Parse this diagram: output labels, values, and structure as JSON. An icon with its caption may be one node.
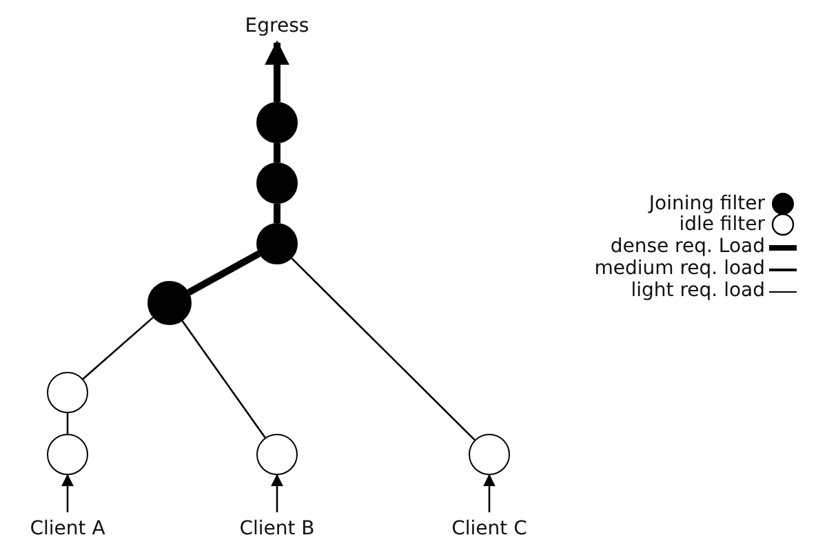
{
  "diagram": {
    "nodes": [
      {
        "text": [
          "Egress"
        ]
      },
      {
        "text": [],
        "shape": "circle"
      },
      {
        "text": [],
        "shape": "circle"
      },
      {
        "text": [],
        "shape": "circle"
      },
      {
        "text": [],
        "shape": "circle"
      },
      {
        "text": [],
        "shape": "circle"
      },
      {
        "text": [],
        "shape": "circle"
      },
      {
        "text": [],
        "shape": "circle"
      },
      {
        "text": [],
        "shape": "circle"
      },
      {
        "text": [
          "Client A"
        ]
      },
      {
        "text": [
          "Client B"
        ]
      },
      {
        "text": [
          "Client C"
        ]
      }
    ],
    "edges": [
      {
        "from": 1,
        "to": 0,
        "arrow": "to",
        "style": "thick"
      },
      {
        "from": 2,
        "to": 1,
        "arrow": "none",
        "style": "thick"
      },
      {
        "from": 3,
        "to": 2,
        "arrow": "none",
        "style": "thick"
      },
      {
        "from": 4,
        "to": 3,
        "arrow": "none",
        "style": "thick"
      },
      {
        "from": 5,
        "to": 4,
        "arrow": "none"
      },
      {
        "from": 7,
        "to": 4,
        "arrow": "none"
      },
      {
        "from": 8,
        "to": 3,
        "arrow": "none"
      },
      {
        "from": 6,
        "to": 5,
        "arrow": "none"
      },
      {
        "from": 9,
        "to": 6,
        "arrow": "to"
      },
      {
        "from": 10,
        "to": 7,
        "arrow": "to"
      },
      {
        "from": 11,
        "to": 8,
        "arrow": "to"
      }
    ],
    "legend": [
      {
        "text": "Joining filter"
      },
      {
        "text": "idle filter"
      },
      {
        "text": "dense req. Load"
      },
      {
        "text": "medium req. load"
      },
      {
        "text": "light req. load"
      }
    ]
  }
}
